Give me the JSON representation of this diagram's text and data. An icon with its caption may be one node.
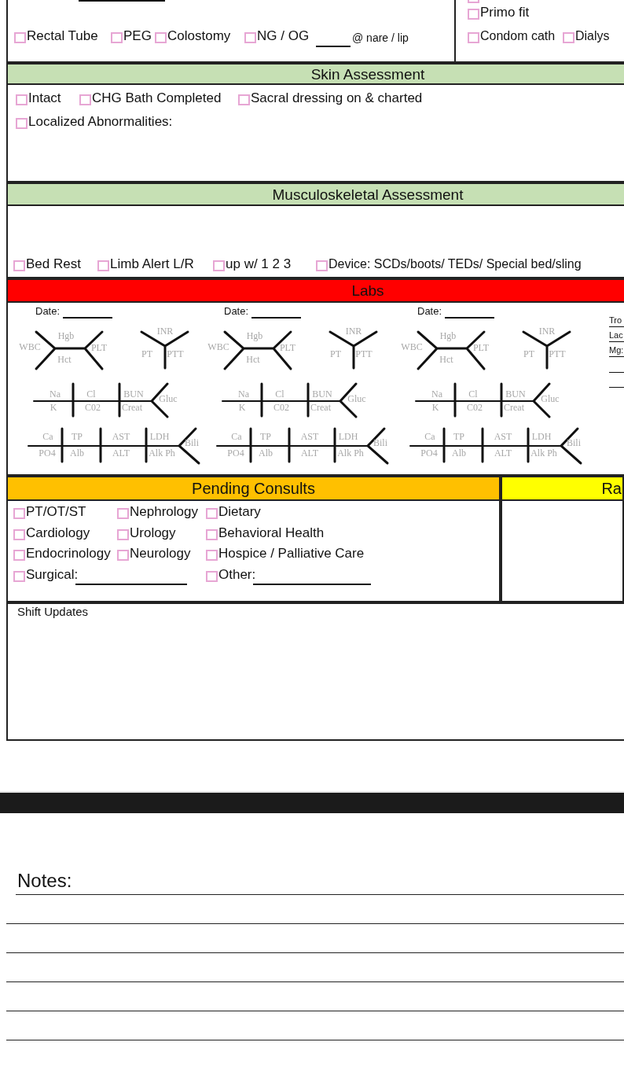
{
  "diagram": {
    "nodes": [
      {
        "text": [
          "Skin Assessment"
        ]
      },
      {
        "text": [
          "Musculoskeletal Assessment"
        ]
      },
      {
        "text": [
          "Labs"
        ]
      },
      {
        "text": [
          "Pending Consults"
        ]
      },
      {
        "text": [
          "Ra"
        ]
      },
      {
        "text": [
          "Shift Updates"
        ]
      }
    ],
    "labels": [
      "Rectal Tube",
      "PEG",
      "Colostomy",
      "NG / OG",
      "@ nare / lip",
      "Primo fit",
      "Condom cath",
      "Dialys",
      "Intact",
      "CHG Bath Completed",
      "Sacral dressing on & charted",
      "Localized Abnormalities:",
      "Bed Rest",
      "Limb Alert L/R",
      "up w/ 1 2 3",
      "Device: SCDs/boots/ TEDs/ Special bed/sling",
      "Date:",
      "WBC",
      "Hgb",
      "Hct",
      "PLT",
      "INR",
      "PT",
      "PTT",
      "Na",
      "K",
      "Cl",
      "C02",
      "BUN",
      "Creat",
      "Gluc",
      "Ca",
      "PO4",
      "TP",
      "Alb",
      "AST",
      "ALT",
      "LDH",
      "Alk Ph",
      "Bili",
      "Date:",
      "WBC",
      "Hgb",
      "Hct",
      "PLT",
      "INR",
      "PT",
      "PTT",
      "Na",
      "K",
      "Cl",
      "C02",
      "BUN",
      "Creat",
      "Gluc",
      "Ca",
      "PO4",
      "TP",
      "Alb",
      "AST",
      "ALT",
      "LDH",
      "Alk Ph",
      "Bili",
      "Date:",
      "WBC",
      "Hgb",
      "Hct",
      "PLT",
      "INR",
      "PT",
      "PTT",
      "Na",
      "K",
      "Cl",
      "C02",
      "BUN",
      "Creat",
      "Gluc",
      "Ca",
      "PO4",
      "TP",
      "Alb",
      "AST",
      "ALT",
      "LDH",
      "Alk Ph",
      "Bili",
      "Tro",
      "Lac",
      "Mg:",
      "PT/OT/ST",
      "Nephrology",
      "Dietary",
      "Cardiology",
      "Urology",
      "Behavioral Health",
      "Endocrinology",
      "Neurology",
      "Hospice / Palliative Care",
      "Surgical:",
      "Other:",
      "Notes:"
    ]
  }
}
